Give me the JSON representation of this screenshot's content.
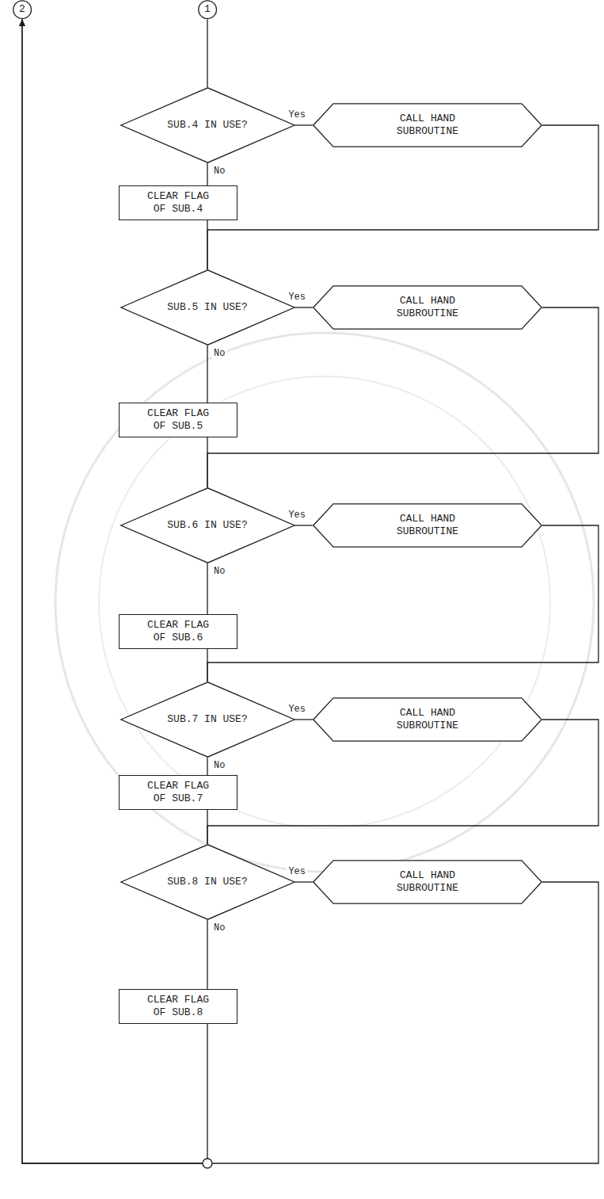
{
  "diagram": {
    "nodes": [
      {
        "text": [
          "2"
        ]
      },
      {
        "text": [
          "1"
        ]
      },
      {
        "text": [
          "SUB.4 IN USE?"
        ]
      },
      {
        "text": [
          "CALL HAND SUBROUTINE"
        ]
      },
      {
        "text": [
          "CLEAR FLAG OF SUB.4"
        ]
      },
      {
        "text": [
          "SUB.5 IN USE?"
        ]
      },
      {
        "text": [
          "CALL HAND SUBROUTINE"
        ]
      },
      {
        "text": [
          "CLEAR FLAG OF SUB.5"
        ]
      },
      {
        "text": [
          "SUB.6 IN USE?"
        ]
      },
      {
        "text": [
          "CALL HAND SUBROUTINE"
        ]
      },
      {
        "text": [
          "CLEAR FLAG OF SUB.6"
        ]
      },
      {
        "text": [
          "SUB.7 IN USE?"
        ]
      },
      {
        "text": [
          "CALL HAND SUBROUTINE"
        ]
      },
      {
        "text": [
          "CLEAR FLAG OF SUB.7"
        ]
      },
      {
        "text": [
          "SUB.8 IN USE?"
        ]
      },
      {
        "text": [
          "CALL HAND SUBROUTINE"
        ]
      },
      {
        "text": [
          "CLEAR FLAG OF SUB.8"
        ]
      }
    ],
    "edges": [
      {
        "from": 1,
        "to": 2,
        "arrow": "none"
      },
      {
        "from": 2,
        "to": 3,
        "label": "Yes",
        "arrow": "none"
      },
      {
        "from": 2,
        "to": 4,
        "label": "No",
        "arrow": "none"
      },
      {
        "from": 3,
        "to": 5,
        "arrow": "none"
      },
      {
        "from": 4,
        "to": 5,
        "arrow": "none"
      },
      {
        "from": 5,
        "to": 6,
        "label": "Yes",
        "arrow": "none"
      },
      {
        "from": 5,
        "to": 7,
        "label": "No",
        "arrow": "none"
      },
      {
        "from": 6,
        "to": 8,
        "arrow": "none"
      },
      {
        "from": 7,
        "to": 8,
        "arrow": "none"
      },
      {
        "from": 8,
        "to": 9,
        "label": "Yes",
        "arrow": "none"
      },
      {
        "from": 8,
        "to": 10,
        "label": "No",
        "arrow": "none"
      },
      {
        "from": 9,
        "to": 11,
        "arrow": "none"
      },
      {
        "from": 10,
        "to": 11,
        "arrow": "none"
      },
      {
        "from": 11,
        "to": 12,
        "label": "Yes",
        "arrow": "none"
      },
      {
        "from": 11,
        "to": 13,
        "label": "No",
        "arrow": "none"
      },
      {
        "from": 12,
        "to": 14,
        "arrow": "none"
      },
      {
        "from": 13,
        "to": 14,
        "arrow": "none"
      },
      {
        "from": 14,
        "to": 15,
        "label": "Yes",
        "arrow": "none"
      },
      {
        "from": 14,
        "to": 16,
        "label": "No",
        "arrow": "none"
      },
      {
        "from": 15,
        "to": 0,
        "arrow": "to"
      },
      {
        "from": 16,
        "to": 0,
        "arrow": "to"
      }
    ]
  }
}
